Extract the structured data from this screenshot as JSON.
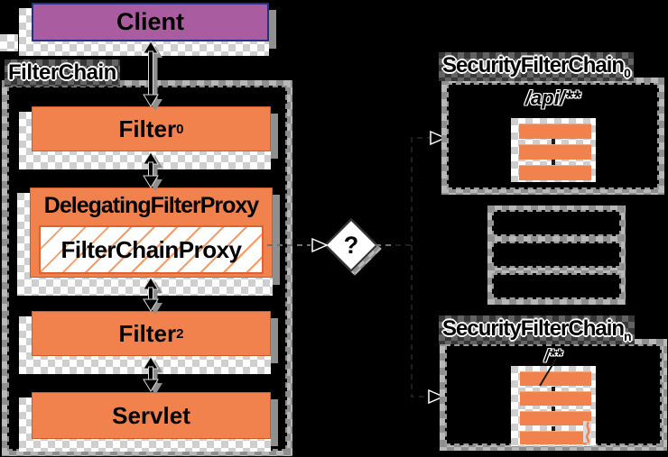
{
  "client": {
    "label": "Client"
  },
  "filter_chain": {
    "title": "FilterChain",
    "filter0": {
      "label": "Filter",
      "subscript": "0"
    },
    "delegating_filter_proxy": {
      "label": "DelegatingFilterProxy"
    },
    "filter_chain_proxy": {
      "label": "FilterChainProxy"
    },
    "filter2": {
      "label": "Filter",
      "subscript": "2"
    },
    "servlet": {
      "label": "Servlet"
    }
  },
  "decision": {
    "label": "?"
  },
  "security_filter_chains": {
    "chain0": {
      "title": "SecurityFilterChain",
      "subscript": "0",
      "url_pattern": "/api/**",
      "filter_slots": 3
    },
    "placeholder_chains_count": 3,
    "chainN": {
      "title": "SecurityFilterChain",
      "subscript": "n",
      "url_pattern": "/**",
      "filter_slots": 4
    }
  },
  "colors": {
    "background": "#000000",
    "box_orange": "#f2824d",
    "client_purple": "#a95c9f",
    "client_border_blue": "#2b2b8c",
    "hatch_orange": "#f59b66",
    "shadow_checker_light": "#ffffff",
    "shadow_checker_gray": "#8f8f8f"
  }
}
